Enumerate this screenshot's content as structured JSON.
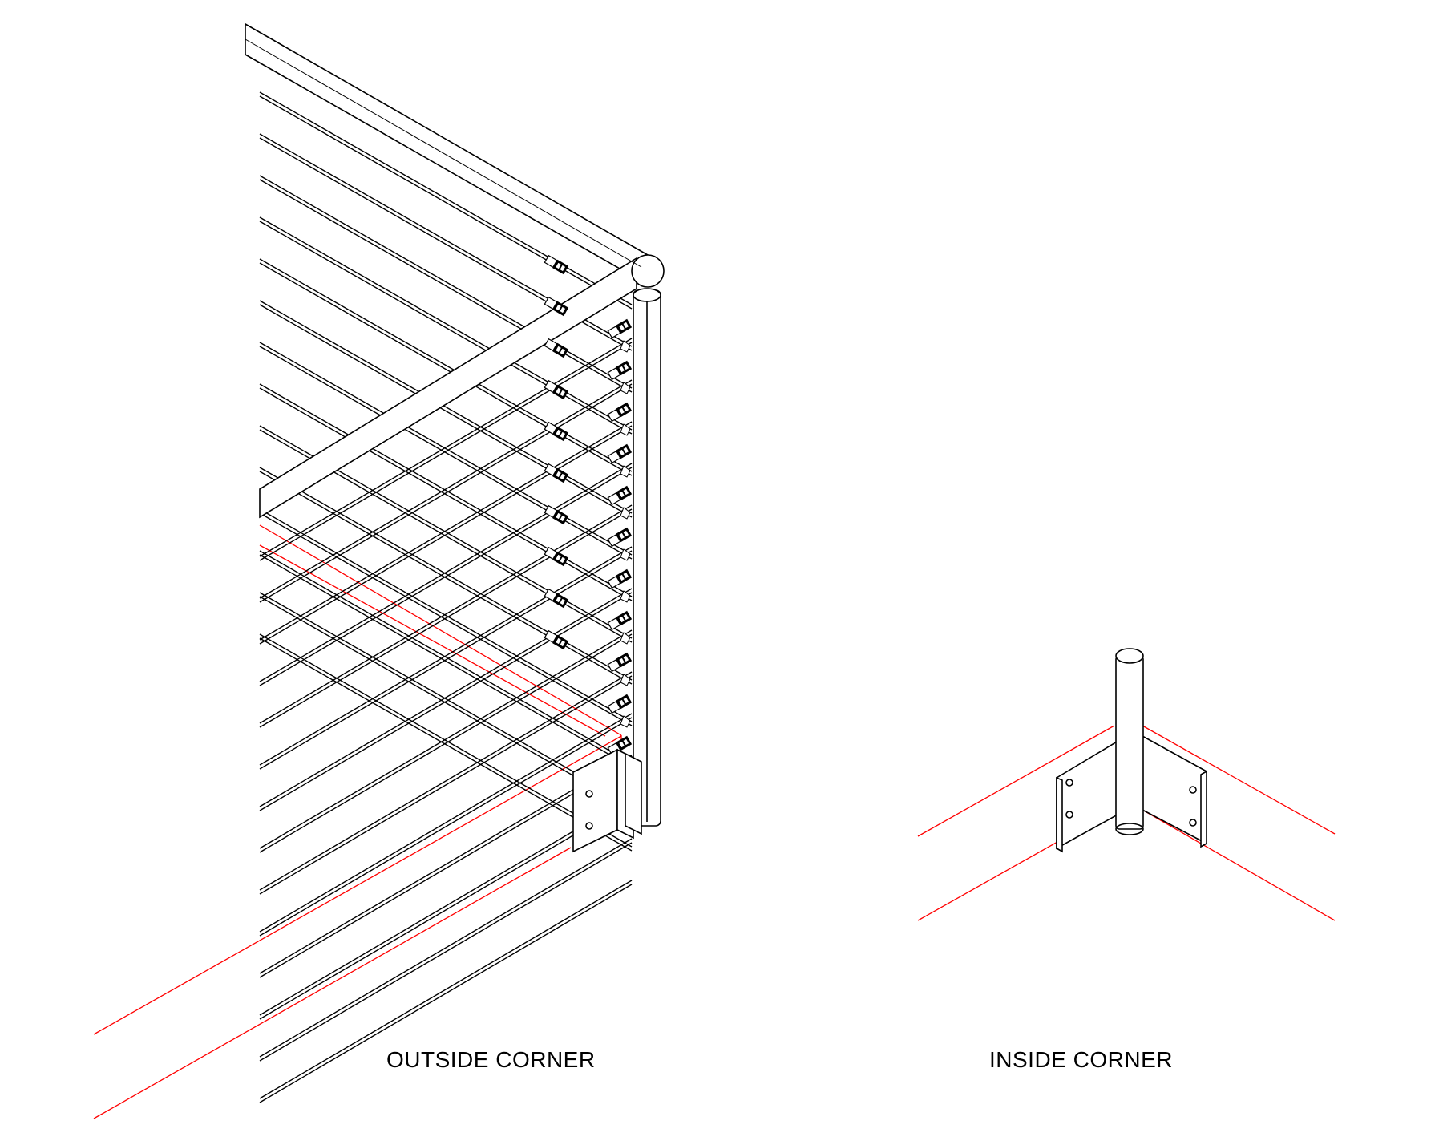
{
  "labels": {
    "outside_corner": "OUTSIDE CORNER",
    "inside_corner": "INSIDE CORNER"
  },
  "colors": {
    "line": "#000000",
    "reference_line": "#ff0000",
    "background": "#ffffff"
  },
  "outside_corner": {
    "cable_count": 14,
    "tensioner_count_left": 10,
    "tensioner_count_right": 11
  },
  "inside_corner": {
    "bracket_holes_per_side": 2
  }
}
